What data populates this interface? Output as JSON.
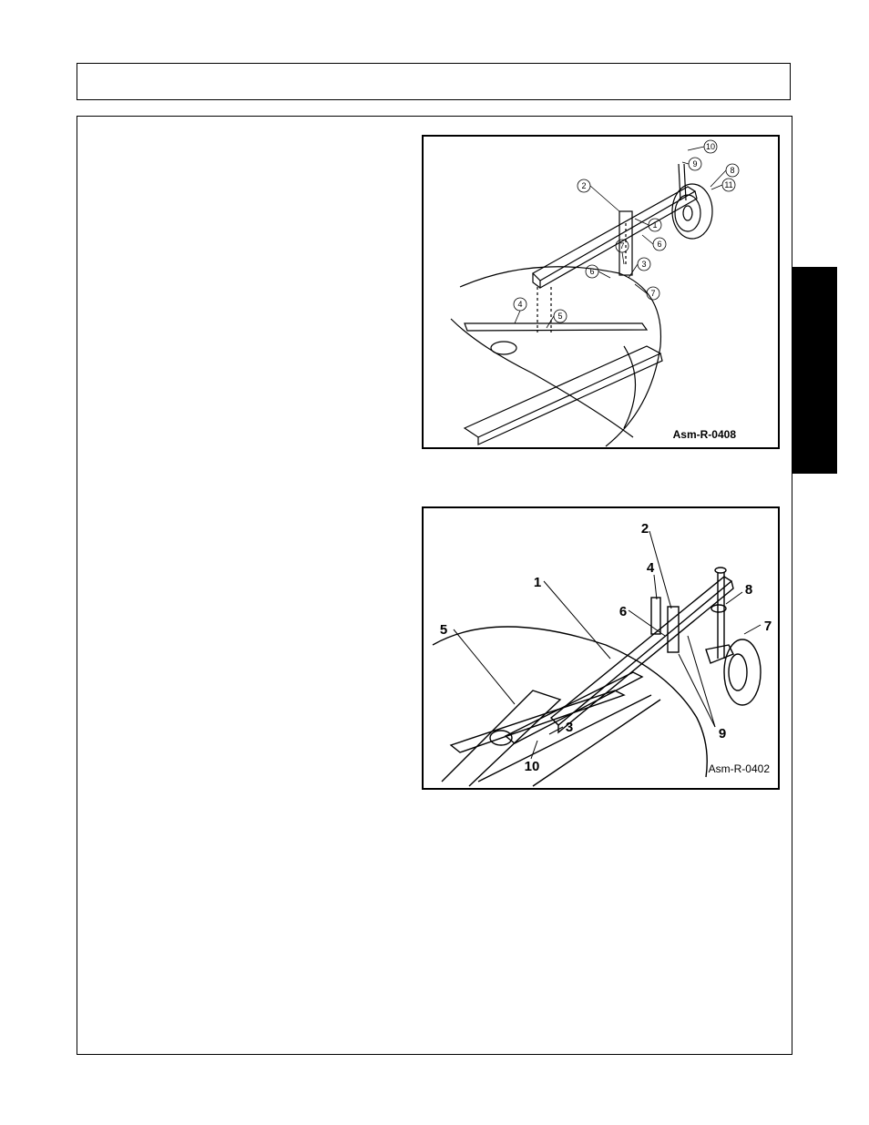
{
  "figures": [
    {
      "code": "Asm-R-0408",
      "callouts": [
        "1",
        "2",
        "3",
        "4",
        "5",
        "6",
        "6",
        "7",
        "7",
        "8",
        "9",
        "10",
        "11"
      ]
    },
    {
      "code": "Asm-R-0402",
      "callouts": [
        "1",
        "2",
        "3",
        "4",
        "5",
        "6",
        "7",
        "8",
        "9",
        "10"
      ]
    }
  ]
}
